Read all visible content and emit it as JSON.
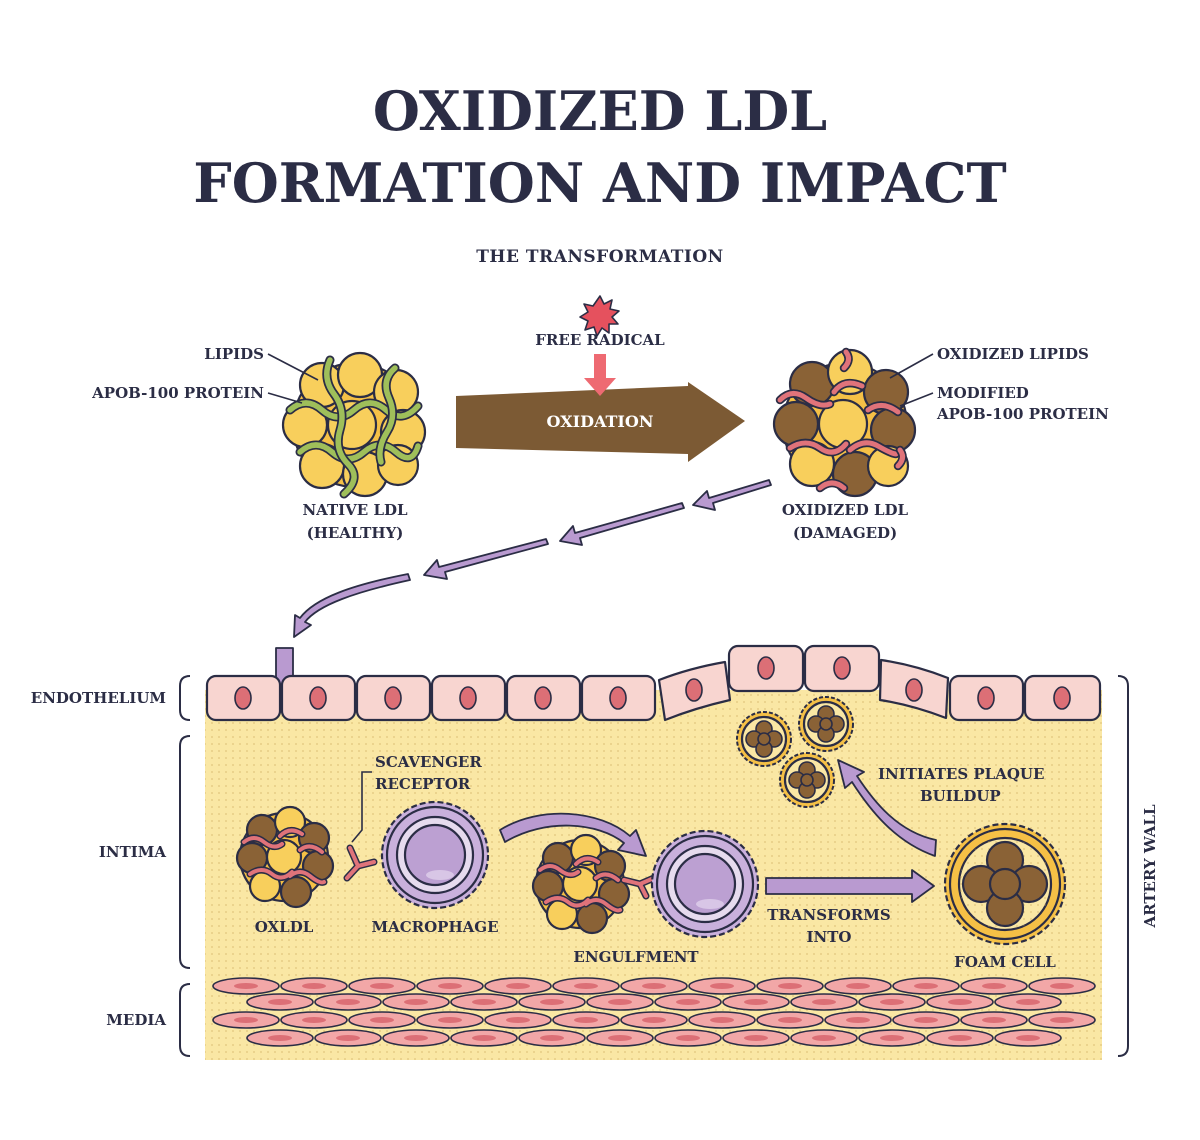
{
  "title": {
    "line1": "OXIDIZED LDL",
    "line2": "FORMATION AND IMPACT"
  },
  "section": {
    "transformation": "THE TRANSFORMATION"
  },
  "top": {
    "lipids": "LIPIDS",
    "apob": "APOB-100 PROTEIN",
    "free_radical": "FREE RADICAL",
    "oxidation": "OXIDATION",
    "oxidized_lipids": "OXIDIZED LIPIDS",
    "modified_line1": "MODIFIED",
    "modified_line2": "APOB-100 PROTEIN",
    "native_line1": "NATIVE LDL",
    "native_line2": "(HEALTHY)",
    "oxidized_line1": "OXIDIZED LDL",
    "oxidized_line2": "(DAMAGED)"
  },
  "layers": {
    "endothelium": "ENDOTHELIUM",
    "intima": "INTIMA",
    "media": "MEDIA",
    "artery_wall": "ARTERY WALL"
  },
  "process": {
    "scavenger_line1": "SCAVENGER",
    "scavenger_line2": "RECEPTOR",
    "oxldl": "OXLDL",
    "macrophage": "MACROPHAGE",
    "engulfment": "ENGULFMENT",
    "transforms_line1": "TRANSFORMS",
    "transforms_line2": "INTO",
    "foam_cell": "FOAM CELL",
    "initiates_line1": "INITIATES PLAQUE",
    "initiates_line2": "BUILDUP"
  },
  "colors": {
    "ink": "#2b2d45",
    "lipid_yellow": "#f5c046",
    "oxidized_brown": "#8a6236",
    "apob_green": "#9fbf5a",
    "modified_pink": "#e0737a",
    "arrow_brown": "#7c5a34",
    "arrow_purple": "#b99ad0",
    "intima_bg": "#fae7a4",
    "endothelial_cell": "#f8d5d0",
    "nucleus": "#dc6f76",
    "macrophage_purple": "#c9b0dc"
  }
}
